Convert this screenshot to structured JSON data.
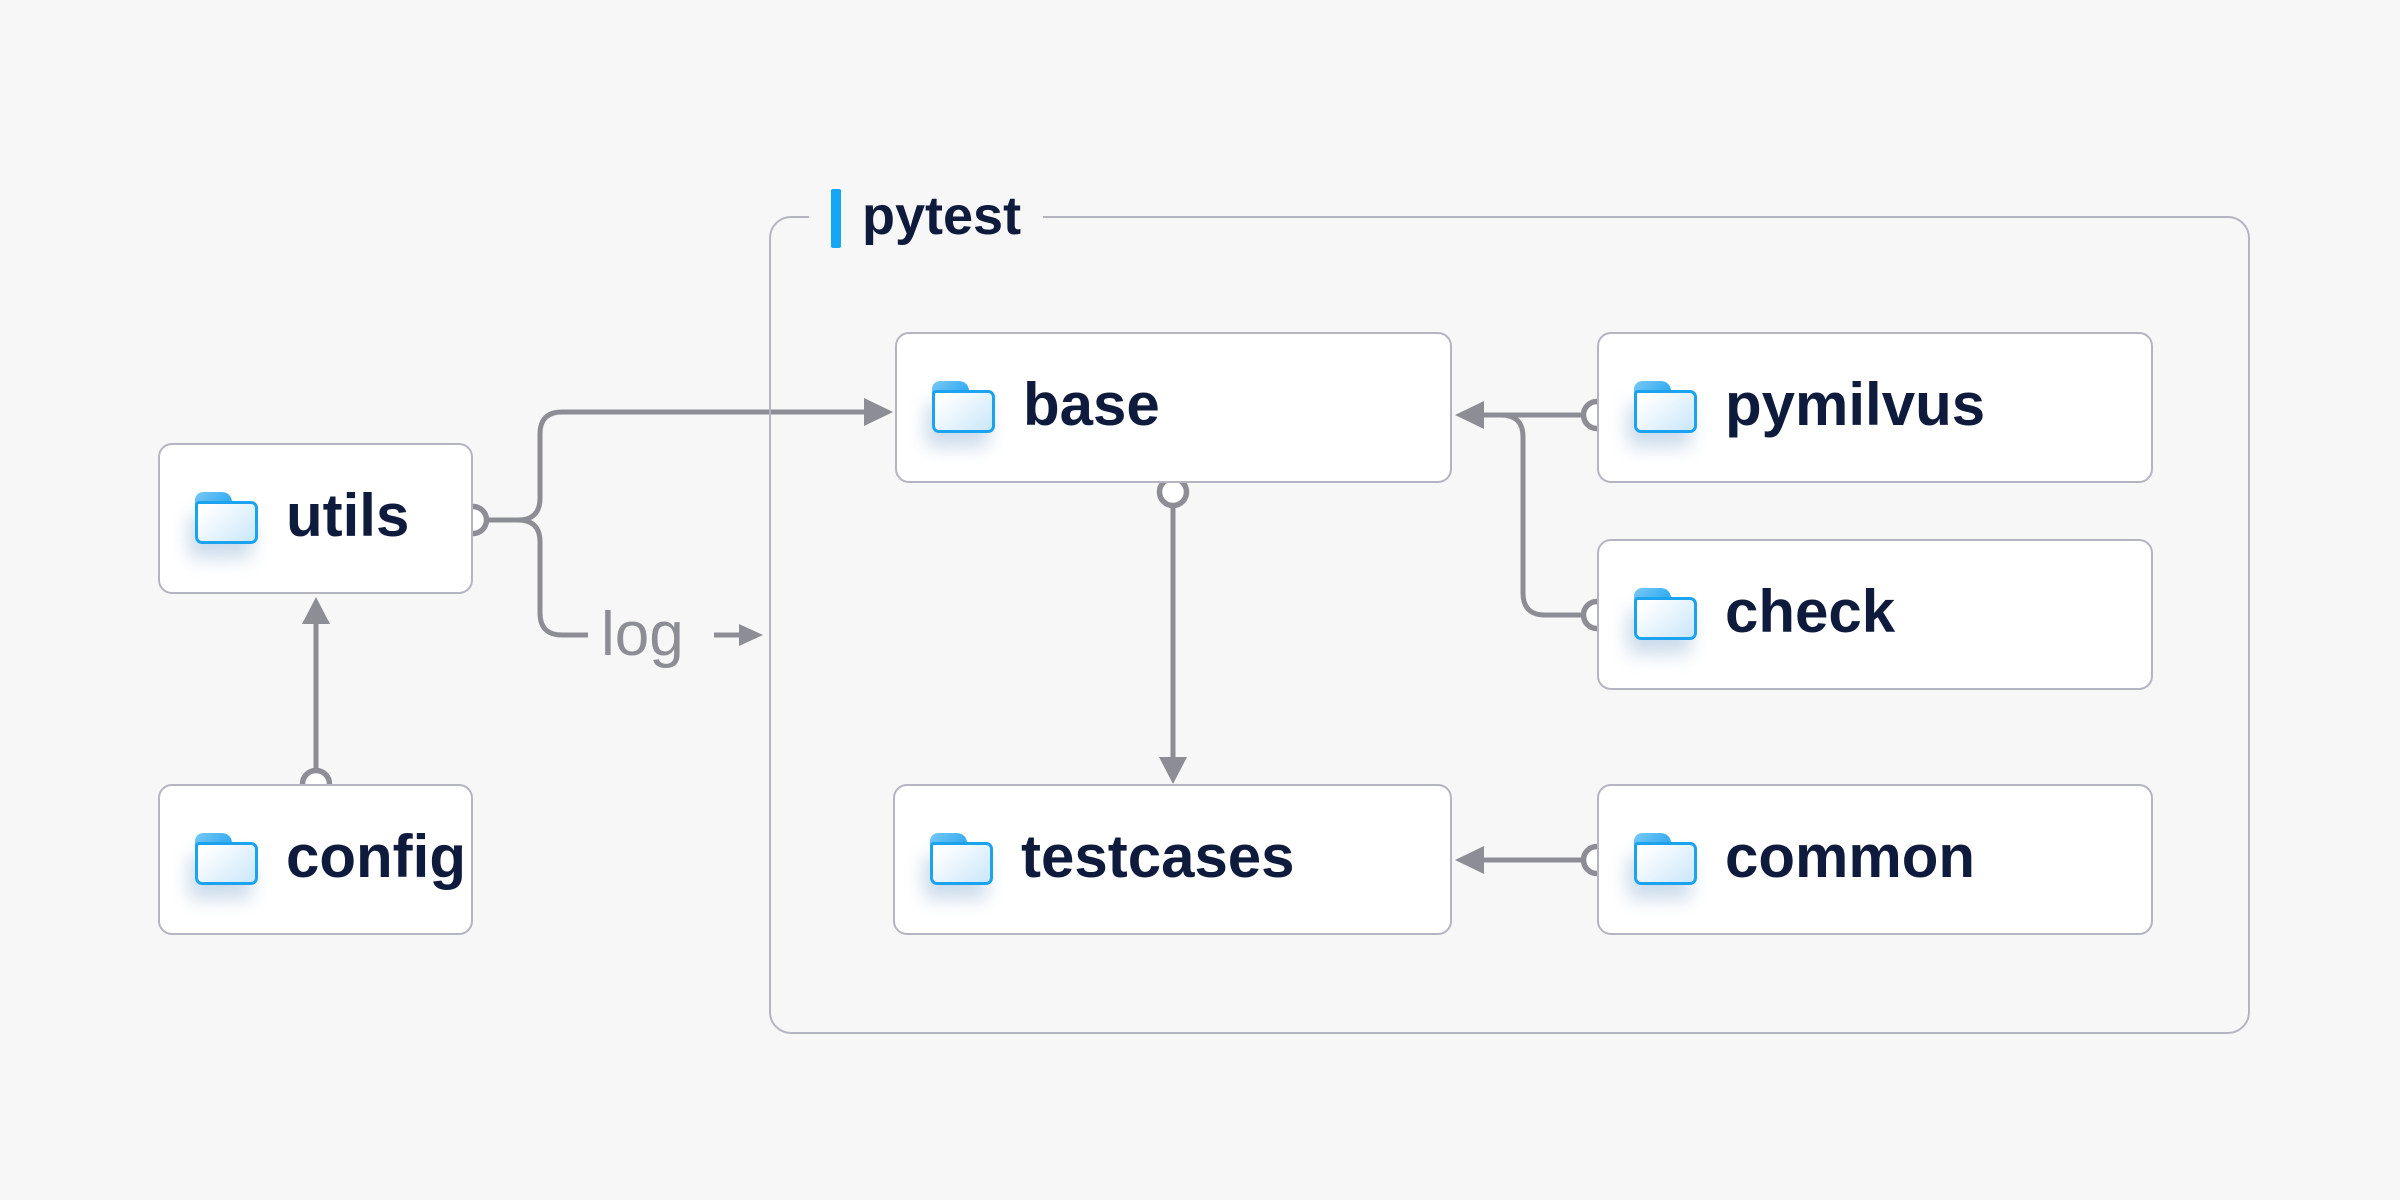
{
  "diagram": {
    "group": {
      "label": "pytest"
    },
    "nodes": {
      "utils": {
        "label": "utils",
        "icon": "folder-icon"
      },
      "config": {
        "label": "config",
        "icon": "folder-icon"
      },
      "base": {
        "label": "base",
        "icon": "folder-icon"
      },
      "pymilvus": {
        "label": "pymilvus",
        "icon": "folder-icon"
      },
      "check": {
        "label": "check",
        "icon": "folder-icon"
      },
      "testcases": {
        "label": "testcases",
        "icon": "folder-icon"
      },
      "common": {
        "label": "common",
        "icon": "folder-icon"
      }
    },
    "edges": {
      "log_label": "log",
      "relations": [
        "utils -> base",
        "utils -> log -> pytest",
        "config -> utils",
        "base -> testcases",
        "pymilvus -> base",
        "check -> base",
        "common -> testcases"
      ]
    },
    "colors": {
      "background": "#f7f7f8",
      "node_fill": "#ffffff",
      "node_border": "#b4b5c0",
      "connector": "#8d8d96",
      "text_primary": "#0e1b3c",
      "text_muted": "#8d8d96",
      "accent_blue": "#16a6f2",
      "folder_blue": "#1ba3ef"
    }
  }
}
